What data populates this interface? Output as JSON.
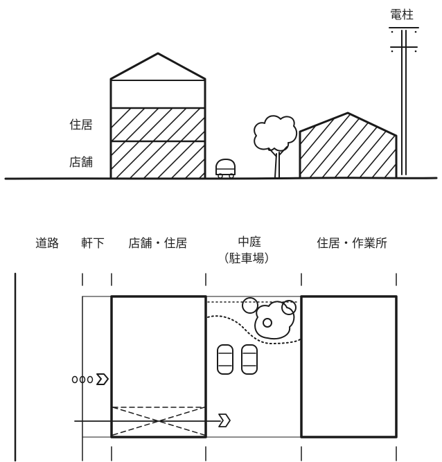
{
  "elevation": {
    "labels": {
      "pole": "電柱",
      "residence": "住居",
      "shop": "店舗"
    }
  },
  "plan": {
    "zones": {
      "road": "道路",
      "eaves": "軒下",
      "shop_residence": "店舗・住居",
      "courtyard": "中庭",
      "courtyard_sub": "（駐車場）",
      "residence_workshop": "住居・作業所"
    }
  },
  "colors": {
    "ink": "#1a1a1a",
    "paper": "#ffffff"
  }
}
